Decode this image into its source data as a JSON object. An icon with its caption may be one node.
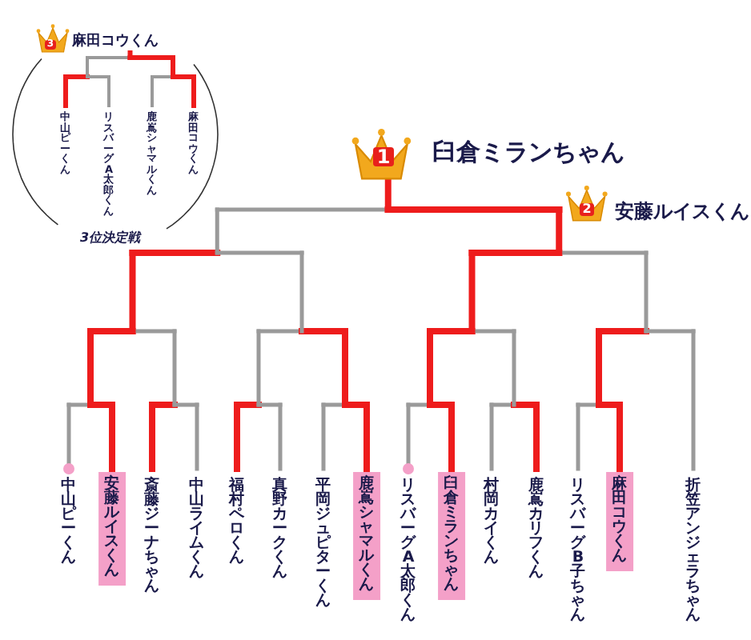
{
  "diagram": {
    "nodes": [
      {
        "text": [
          "安藤ルイスくん"
        ]
      },
      {
        "text": [
          "鹿嶌シャマルくん"
        ]
      },
      {
        "text": [
          "臼倉ミランちゃん"
        ]
      },
      {
        "text": [
          "麻田コウくん"
        ]
      }
    ],
    "labels": [
      "3",
      "麻田コウくん",
      "中山ピーくん",
      "リスバーグA太郎くん",
      "鹿嶌シャマルくん",
      "麻田コウくん",
      "3位決定戦",
      "1",
      "臼倉ミランちゃん",
      "2",
      "安藤ルイスくん",
      "中山ピーくん",
      "斎藤ジーナちゃん",
      "中山ライムくん",
      "福村ペロくん",
      "真野カークくん",
      "平岡ジュピターくん",
      "リスバーグA太郎くん",
      "村岡カイくん",
      "鹿嶌カリフくん",
      "リスバーグB子ちゃん",
      "折笠アンジェラちゃん"
    ]
  }
}
